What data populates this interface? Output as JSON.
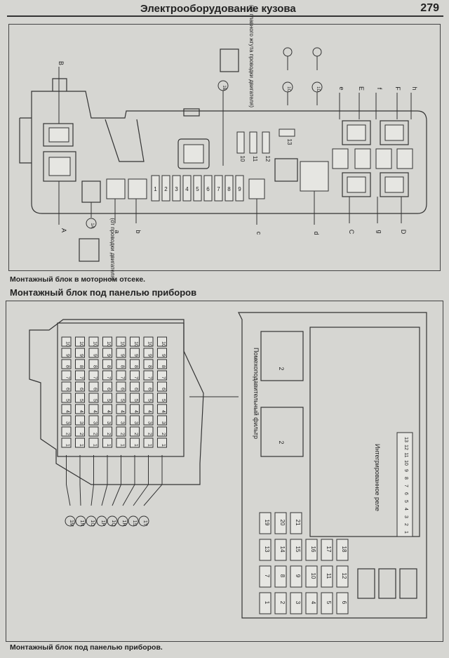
{
  "header": {
    "title": "Электрооборудование кузова",
    "page_number": "279"
  },
  "figure1": {
    "caption": "Монтажный блок в моторном отсеке.",
    "connector_letters": [
      "A",
      "a",
      "b",
      "c",
      "d",
      "C",
      "g",
      "D"
    ],
    "top_letters": [
      "B",
      "e",
      "E",
      "f",
      "F",
      "h"
    ],
    "fuse_numbers": [
      "1",
      "2",
      "3",
      "4",
      "5",
      "6",
      "7",
      "8",
      "9"
    ],
    "mini_fuse_numbers": [
      "10",
      "11",
      "12",
      "13"
    ],
    "circle_labels": [
      "1A",
      "1B",
      "1C",
      "1D"
    ],
    "note_engine": "(от проводки двигателя)",
    "note_main": "(от главного жгута проводки двигателя)"
  },
  "section2_title": "Монтажный блок под панелью приборов",
  "figure2": {
    "caption": "Монтажный блок под панелью приборов.",
    "connector_codes": [
      "1M",
      "1N",
      "1O",
      "1P",
      "1Q",
      "1R",
      "1S",
      "1T"
    ],
    "filter_label": "Помехоподавительный фильтр",
    "relay_label": "Интегрированное реле",
    "relay_numbers": [
      "1",
      "2",
      "3",
      "4",
      "5",
      "6",
      "7",
      "8",
      "9",
      "10",
      "11",
      "12",
      "13"
    ],
    "fuse_left": [
      "1",
      "2",
      "3",
      "4",
      "5",
      "6",
      "7",
      "8",
      "9",
      "10",
      "11",
      "12",
      "13",
      "14",
      "15",
      "16",
      "17",
      "18",
      "19",
      "20",
      "21"
    ]
  }
}
